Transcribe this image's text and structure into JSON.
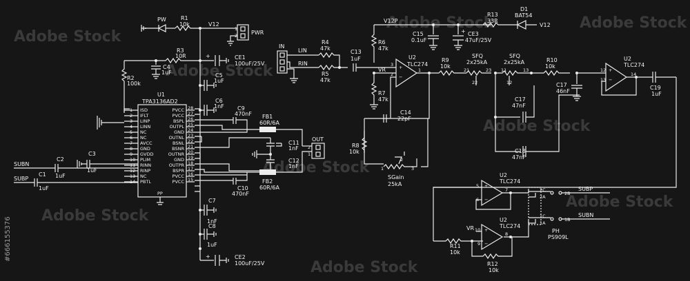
{
  "watermark": {
    "text": "Adobe Stock",
    "stock_id": "#666155376"
  },
  "labels": {
    "pw": "PW",
    "r1": "R1",
    "r1_val": "10k",
    "v12_top": "V12",
    "pwr": "PWR",
    "r2": "R2",
    "r2_val": "100k",
    "r3": "R3",
    "r3_val": "10R",
    "c4": "C4",
    "c4_val": "1uF",
    "ce1": "CE1",
    "ce1_val": "100uF/25V",
    "c5": "C5",
    "c5_val": "1uF",
    "c6": "C6",
    "c6_val": "1nF",
    "c9": "C9",
    "c9_val": "470nF",
    "c10": "C10",
    "c10_val": "470nF",
    "u1": "U1",
    "u1_part": "TPA3136AD2",
    "fb1": "FB1",
    "fb1_val": "60R/6A",
    "fb2": "FB2",
    "fb2_val": "60R/6A",
    "c11": "C11",
    "c11_val": "1nF",
    "c12": "C12",
    "c12_val": "1nF",
    "out": "OUT",
    "c7": "C7",
    "c7_val": "1nF",
    "c8": "C8",
    "c8_val": "1uF",
    "ce2": "CE2",
    "ce2_val": "100uF/25V",
    "subn_l": "SUBN",
    "subp_l": "SUBP",
    "c1": "C1",
    "c1_val": "1uF",
    "c2": "C2",
    "c2_val": "1uF",
    "c3": "C3",
    "c3_val": "1uF",
    "in": "IN",
    "lin": "LIN",
    "rin": "RIN",
    "r4": "R4",
    "r4_val": "47k",
    "r5": "R5",
    "r5_val": "47k",
    "c13": "C13",
    "c13_val": "1uF",
    "v12p": "V12P",
    "r6": "R6",
    "r6_val": "47k",
    "r7": "R7",
    "r7_val": "47k",
    "vr": "VR",
    "c15": "C15",
    "c15_val": "0.1uF",
    "ce3": "CE3",
    "ce3_val": "47uF/25V",
    "r13": "R13",
    "r13_val": "33R",
    "d1": "D1",
    "d1_part": "BAT54",
    "v12_right": "V12",
    "u2": "U2",
    "tlc274": "TLC274",
    "r9": "R9",
    "r9_val": "10k",
    "sfq": "SFQ",
    "sfq_val": "2x25kA",
    "r10": "R10",
    "r10_val": "10k",
    "c17": "C17",
    "c17_val": "47nF",
    "c16": "C17",
    "c16_val": "46nF",
    "c18": "C18",
    "c18_val": "47nF",
    "c19": "C19",
    "c19_val": "1uF",
    "c14": "C14",
    "c14_val": "22pF",
    "r8": "R8",
    "r8_val": "10k",
    "sgain": "SGain",
    "sgain_val": "25kA",
    "subp_r": "SUBP",
    "subn_r": "SUBN",
    "ph": "PH",
    "ph_part": "PS909L",
    "vr2": "VR",
    "r11": "R11",
    "r11_val": "10k",
    "r12": "R12",
    "r12_val": "10k"
  },
  "u1_pins_left": [
    "ISD",
    "IFLT",
    "LINP",
    "LINN",
    "NC",
    "NC",
    "AVCC",
    "GND",
    "GVDD",
    "PLIM",
    "RINN",
    "RINP",
    "NC",
    "PBTL"
  ],
  "u1_pins_right": [
    "PVCC",
    "PVCC",
    "BSPL",
    "OUTPL",
    "GND",
    "OUTNL",
    "BSNL",
    "BSNR",
    "OUTNR",
    "GND",
    "OUTPR",
    "BSPR",
    "PVCC",
    "PVCC"
  ],
  "u1_nums_left": [
    "1",
    "2",
    "3",
    "4",
    "5",
    "6",
    "7",
    "8",
    "9",
    "10",
    "11",
    "12",
    "13",
    "14"
  ],
  "u1_nums_right": [
    "28",
    "27",
    "26",
    "25",
    "24",
    "23",
    "22",
    "21",
    "20",
    "19",
    "18",
    "17",
    "16",
    "15"
  ],
  "u1_pad": "PP"
}
